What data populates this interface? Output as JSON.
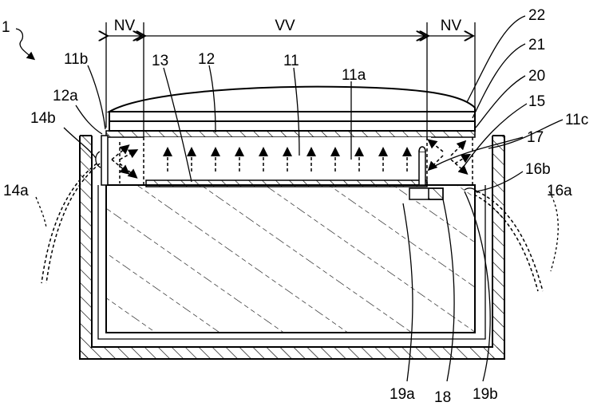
{
  "figure": {
    "device_ref": "1",
    "regions": {
      "left": "NV",
      "center": "VV",
      "right": "NV"
    },
    "labels": {
      "l_22": "22",
      "l_21": "21",
      "l_20": "20",
      "l_15": "15",
      "l_11c": "11c",
      "l_17": "17",
      "l_16b": "16b",
      "l_16a": "16a",
      "l_11b": "11b",
      "l_13": "13",
      "l_12": "12",
      "l_11": "11",
      "l_11a": "11a",
      "l_12a": "12a",
      "l_14b": "14b",
      "l_14a": "14a",
      "l_19a": "19a",
      "l_18": "18",
      "l_19b": "19b"
    }
  }
}
